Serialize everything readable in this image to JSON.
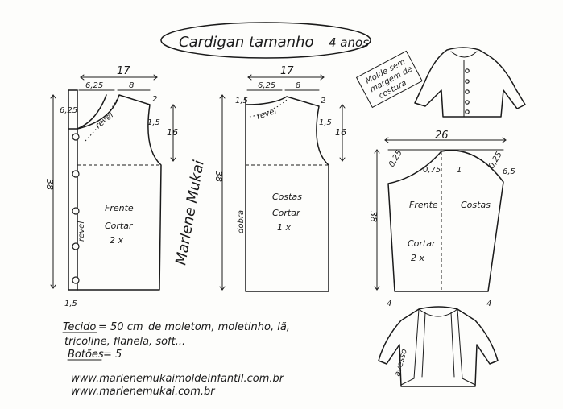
{
  "title": {
    "name": "Cardigan tamanho",
    "size": "4 anos"
  },
  "stamp": {
    "line1": "Molde sem",
    "line2": "margem de",
    "line3": "costura"
  },
  "front": {
    "width_top": "17",
    "neck_w": "6,25",
    "shoulder_w": "8",
    "shoulder_drop": "2",
    "neck_drop": "6,25",
    "arm_curve": "1,5",
    "arm_depth": "16",
    "length": "38",
    "hem_ext": "1,5",
    "revel": "revel",
    "revel_side": "revel",
    "label1": "Frente",
    "label2": "Cortar",
    "label3": "2 x"
  },
  "back": {
    "width_top": "17",
    "neck_w": "6,25",
    "shoulder_w": "8",
    "shoulder_drop": "2",
    "neck_drop": "1,5",
    "arm_curve": "1,5",
    "arm_depth": "16",
    "length": "38",
    "revel": "revel",
    "fold": "dobra",
    "label1": "Costas",
    "label2": "Cortar",
    "label3": "1 x"
  },
  "sleeve": {
    "width": "26",
    "cap_left": "0,25",
    "cap_mid": "0,75",
    "cap_right": "1",
    "cap_edge": "0,25",
    "cap_height": "6,5",
    "length": "38",
    "cuff_left": "4",
    "cuff_right": "4",
    "label_front": "Frente",
    "label_back": "Costas",
    "label2": "Cortar",
    "label3": "2 x"
  },
  "signature": "Marlene Mukai",
  "notes": {
    "fabric_label": "Tecido",
    "fabric_value": "= 50 cm",
    "fabric_types": "de moletom, moletinho, lã,",
    "fabric_types2": "tricoline, flanela, soft...",
    "buttons_label": "Botões",
    "buttons_value": "= 5"
  },
  "sketch": {
    "avesso": "avesso"
  },
  "urls": {
    "url1": "www.marlenemukaimoldeinfantil.com.br",
    "url2": "www.marlenemukai.com.br"
  }
}
